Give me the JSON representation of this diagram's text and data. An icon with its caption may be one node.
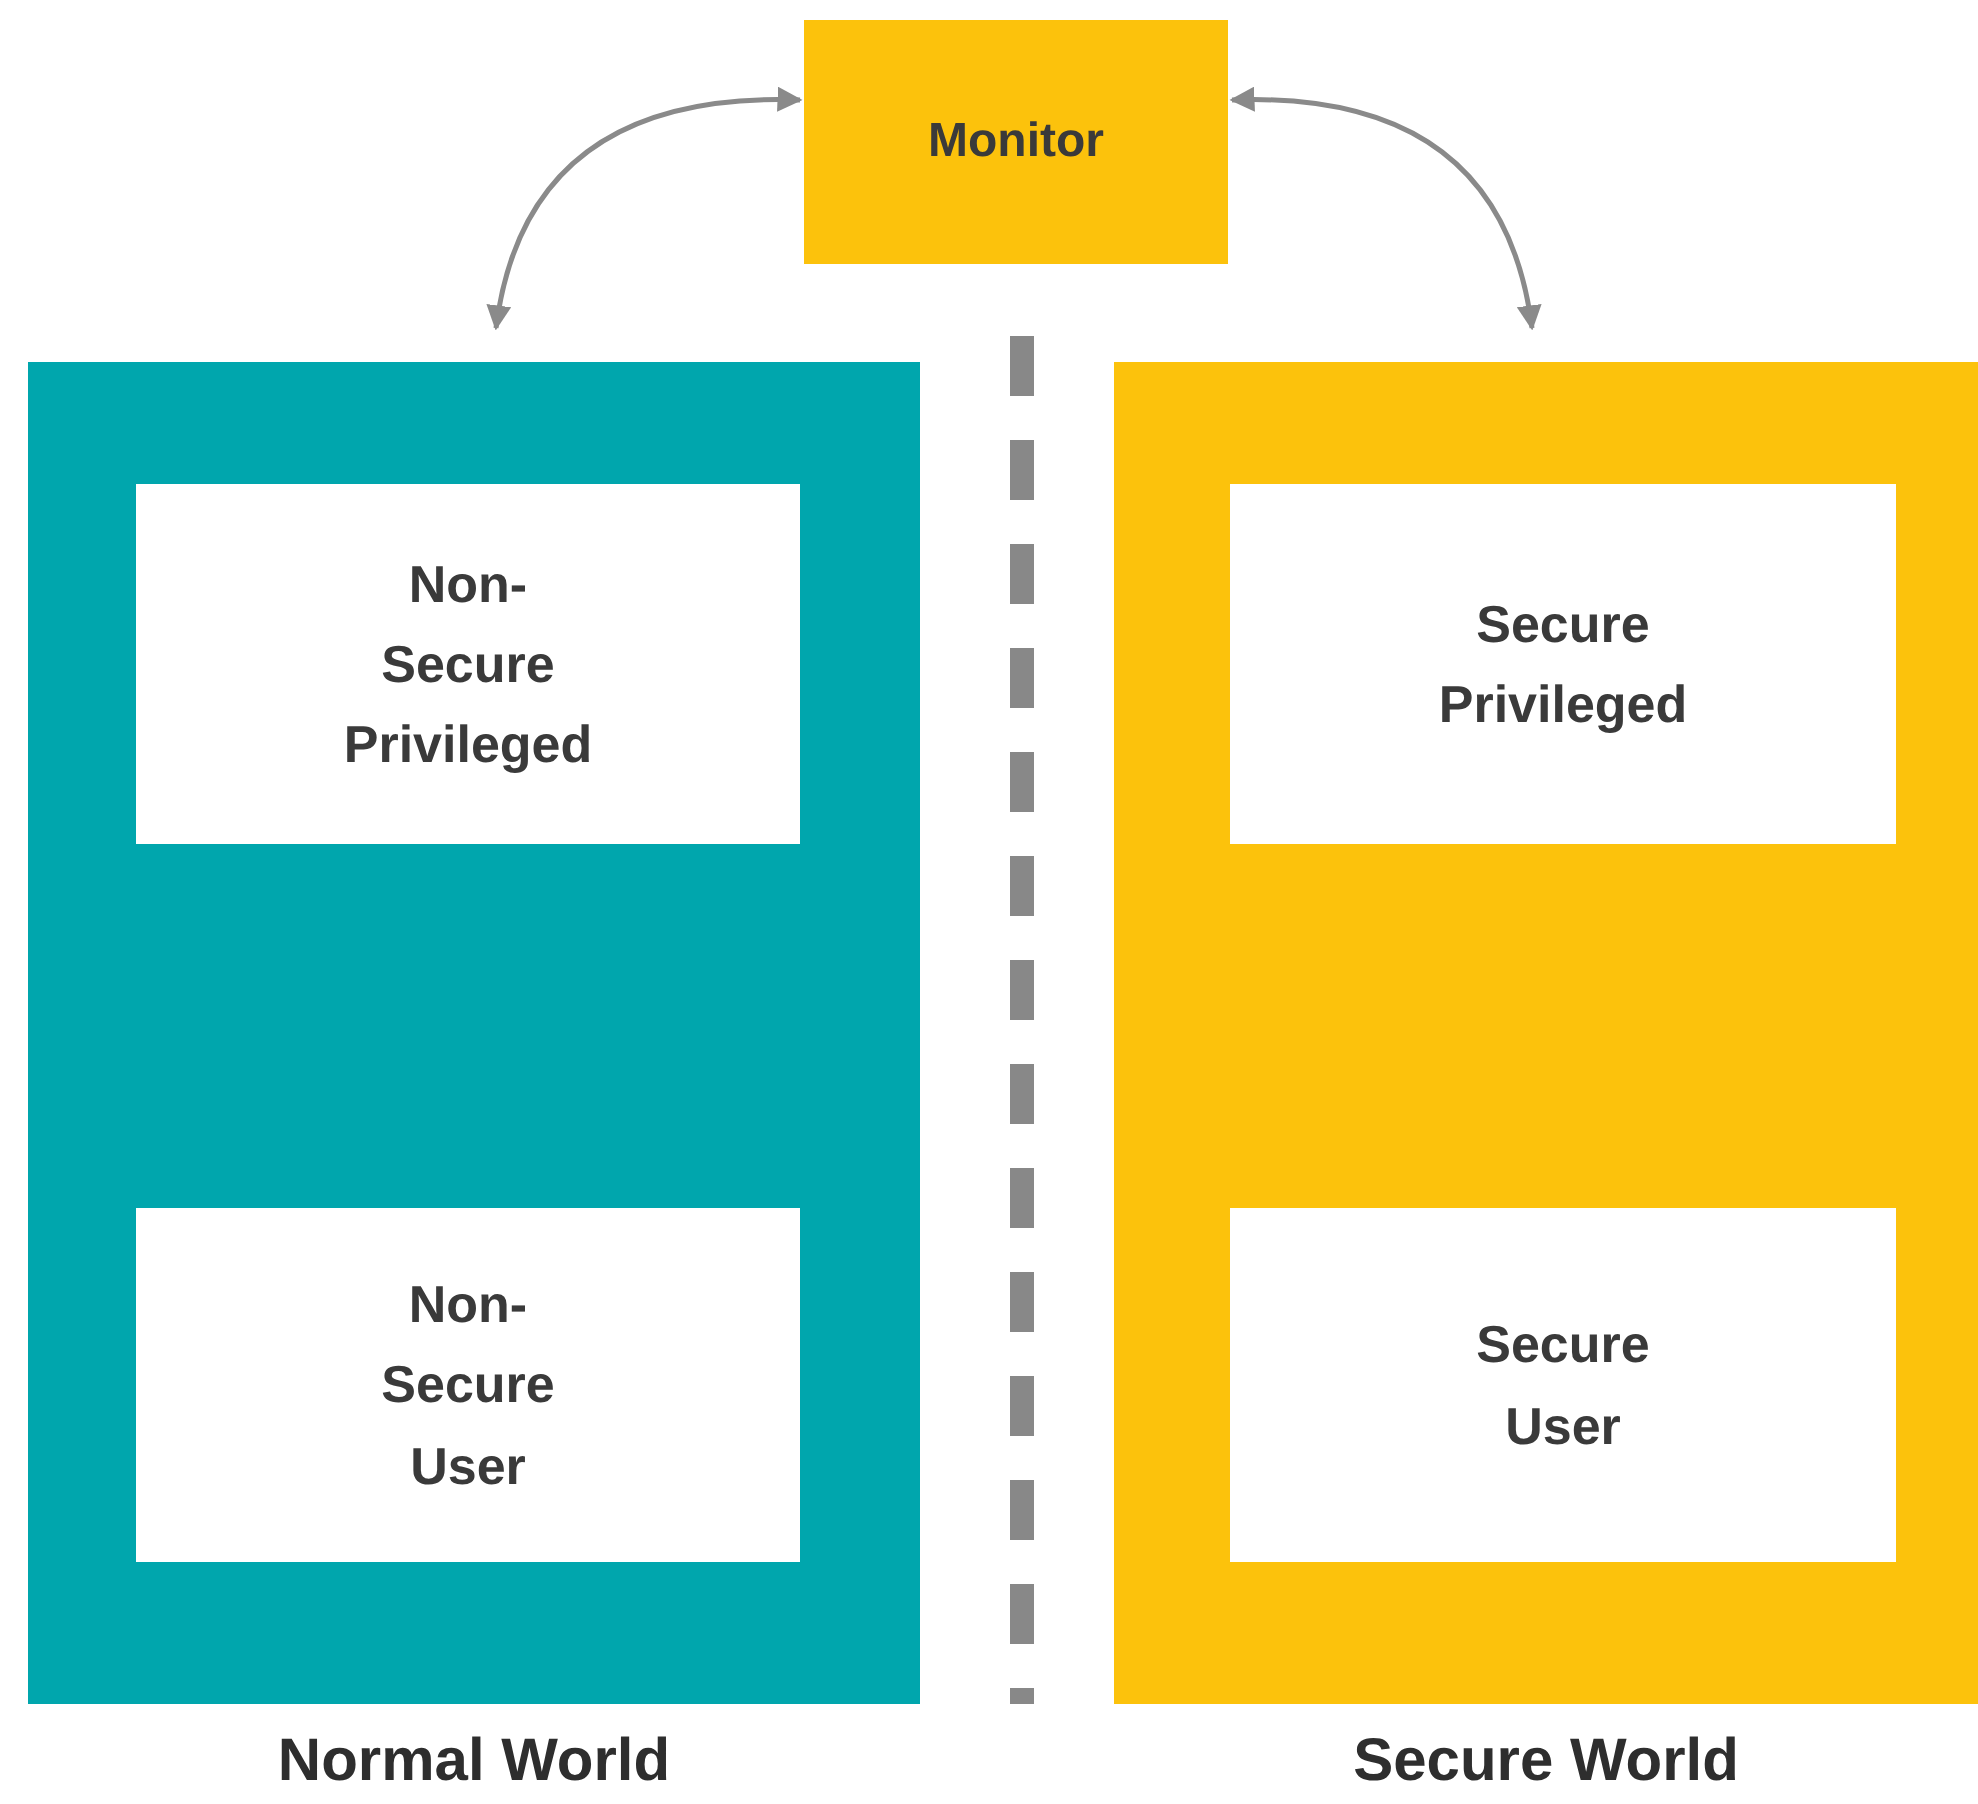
{
  "diagram": {
    "nodes": [
      {
        "text": [
          "Monitor"
        ]
      },
      {
        "text": [
          "Normal World"
        ]
      },
      {
        "text": [
          "Non-Secure Privileged"
        ],
        "in": 1
      },
      {
        "text": [
          "Non-Secure User"
        ],
        "in": 1
      },
      {
        "text": [
          "Secure World"
        ]
      },
      {
        "text": [
          "Secure Privileged"
        ],
        "in": 4
      },
      {
        "text": [
          "Secure User"
        ],
        "in": 4
      }
    ],
    "edges": [
      {
        "from": 0,
        "to": 1,
        "arrow": "both"
      },
      {
        "from": 0,
        "to": 4,
        "arrow": "both"
      }
    ]
  }
}
